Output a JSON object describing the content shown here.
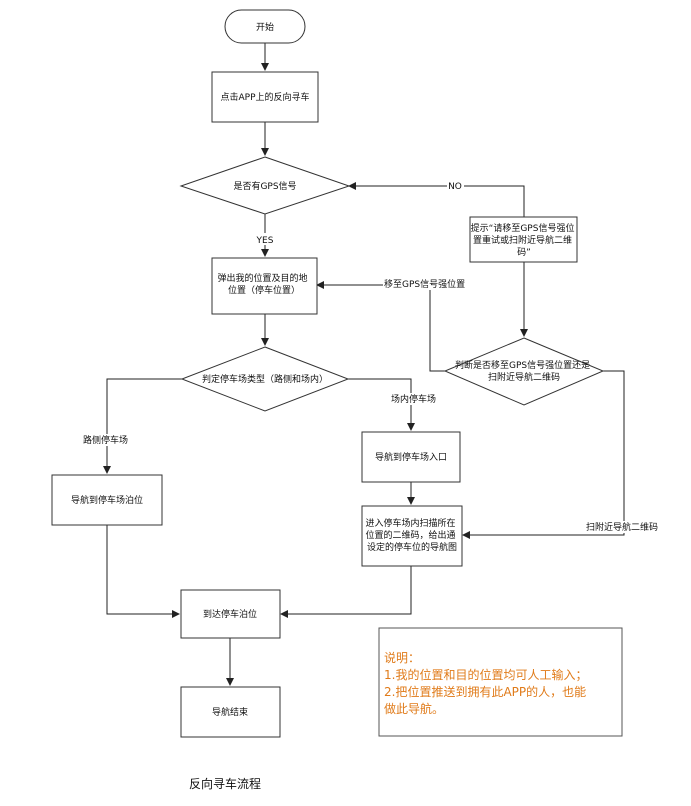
{
  "nodes": {
    "start": "开始",
    "tap_app": "点击APP上的反向寻车",
    "gps_check": "是否有GPS信号",
    "prompt": [
      "提示“请移至GPS信号强位",
      "置重试或扫附近导航二维",
      "码”"
    ],
    "popup": [
      "弹出我的位置及目的地",
      "位置（停车位置）"
    ],
    "judge_move": [
      "判断是否移至GPS信号强位置还是",
      "扫附近导航二维码"
    ],
    "lot_type": "判定停车场类型（路侧和场内）",
    "nav_lot_entry": "导航到停车场入口",
    "nav_berth": "导航到停车场泊位",
    "enter_lot": [
      "进入停车场内扫描所在",
      "位置的二维码，给出通",
      "设定的停车位的导航图"
    ],
    "arrive": "到达停车泊位",
    "end": "导航结束"
  },
  "edges": {
    "no": "NO",
    "yes": "YES",
    "move_gps": "移至GPS信号强位置",
    "indoor": "场内停车场",
    "roadside": "路侧停车场",
    "scan_qr": "扫附近导航二维码"
  },
  "note": {
    "title": "说明：",
    "lines": [
      "1.我的位置和目的位置均可人工输入；",
      "2.把位置推送到拥有此APP的人，也能",
      "做此导航。"
    ]
  },
  "caption": "反向寻车流程",
  "colors": {
    "line": "#222222",
    "note_text": "#e07b1a"
  }
}
